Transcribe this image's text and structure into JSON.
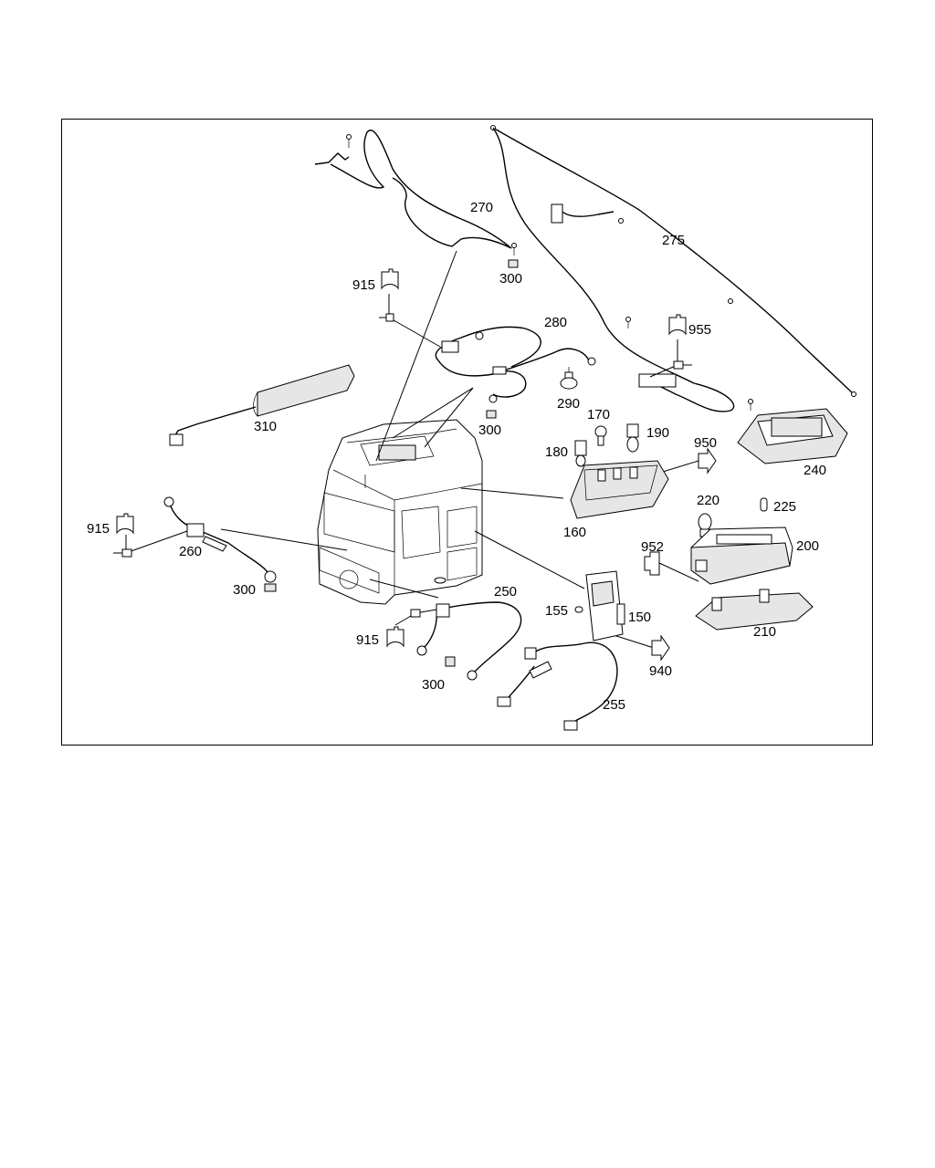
{
  "labels": {
    "p270": "270",
    "p275": "275",
    "p300a": "300",
    "p915a": "915",
    "p280": "280",
    "p955": "955",
    "p290": "290",
    "p300b": "300",
    "p310": "310",
    "p170": "170",
    "p190": "190",
    "p180": "180",
    "p950": "950",
    "p240": "240",
    "p160": "160",
    "p220": "220",
    "p225": "225",
    "p915b": "915",
    "p260": "260",
    "p952": "952",
    "p200": "200",
    "p300c": "300",
    "p250": "250",
    "p155": "155",
    "p150": "150",
    "p210": "210",
    "p915c": "915",
    "p940": "940",
    "p300d": "300",
    "p255": "255"
  }
}
